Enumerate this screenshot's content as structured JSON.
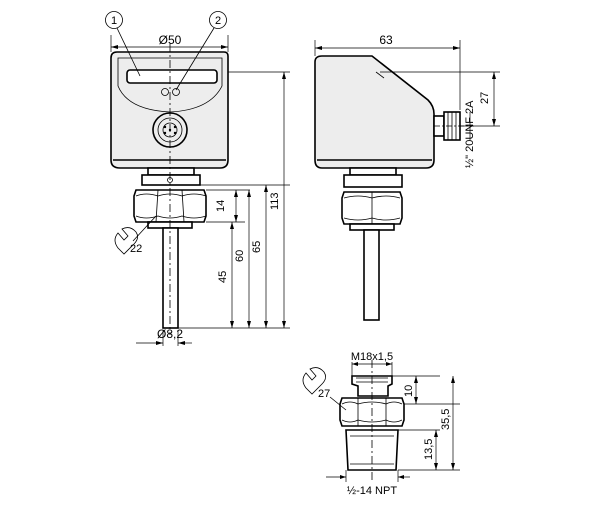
{
  "callouts": [
    "1",
    "2"
  ],
  "front_view": {
    "diameter_top": "Ø50",
    "diameter_probe": "Ø8,2",
    "wrench": "22",
    "dims": [
      "14",
      "45",
      "60",
      "65",
      "113"
    ]
  },
  "side_view": {
    "width": "63",
    "height": "27",
    "thread": "½\" 20UNF 2A"
  },
  "detail_view": {
    "thread_top": "M18x1,5",
    "wrench": "27",
    "dims": [
      "10",
      "35,5",
      "13,5"
    ],
    "thread_bottom": "½-14 NPT"
  }
}
